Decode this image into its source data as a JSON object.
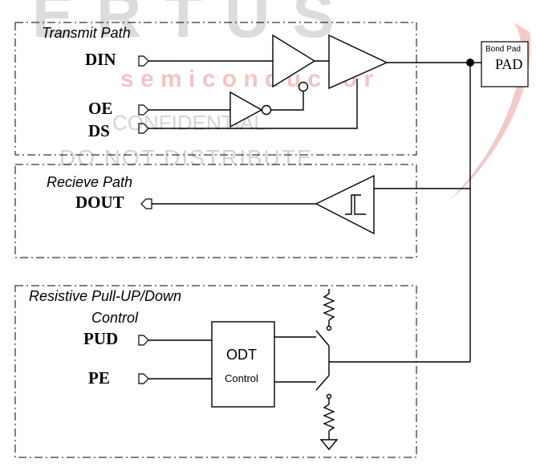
{
  "watermark": {
    "brand": "ERTUS",
    "subtitle": "s e m i c o n d u c t o r",
    "confidential": "CONFIDENTIAL",
    "distribute": "DO NOT DISTRIBUTE",
    "color_gray": "#d3d3d3",
    "color_red": "#f2c4c4"
  },
  "blocks": {
    "transmit": {
      "label": "Transmit Path"
    },
    "receive": {
      "label": "Recieve Path"
    },
    "pull": {
      "label_line1": "Resistive Pull-UP/Down",
      "label_line2": "Control"
    }
  },
  "pins": {
    "din": "DIN",
    "oe": "OE",
    "ds": "DS",
    "dout": "DOUT",
    "pud": "PUD",
    "pe": "PE"
  },
  "bond_pad": {
    "title": "Bond Pad",
    "label": "PAD"
  },
  "odt": {
    "title": "ODT",
    "subtitle": "Control"
  },
  "colors": {
    "line": "#000000",
    "pad_fill": "#ffffff"
  }
}
